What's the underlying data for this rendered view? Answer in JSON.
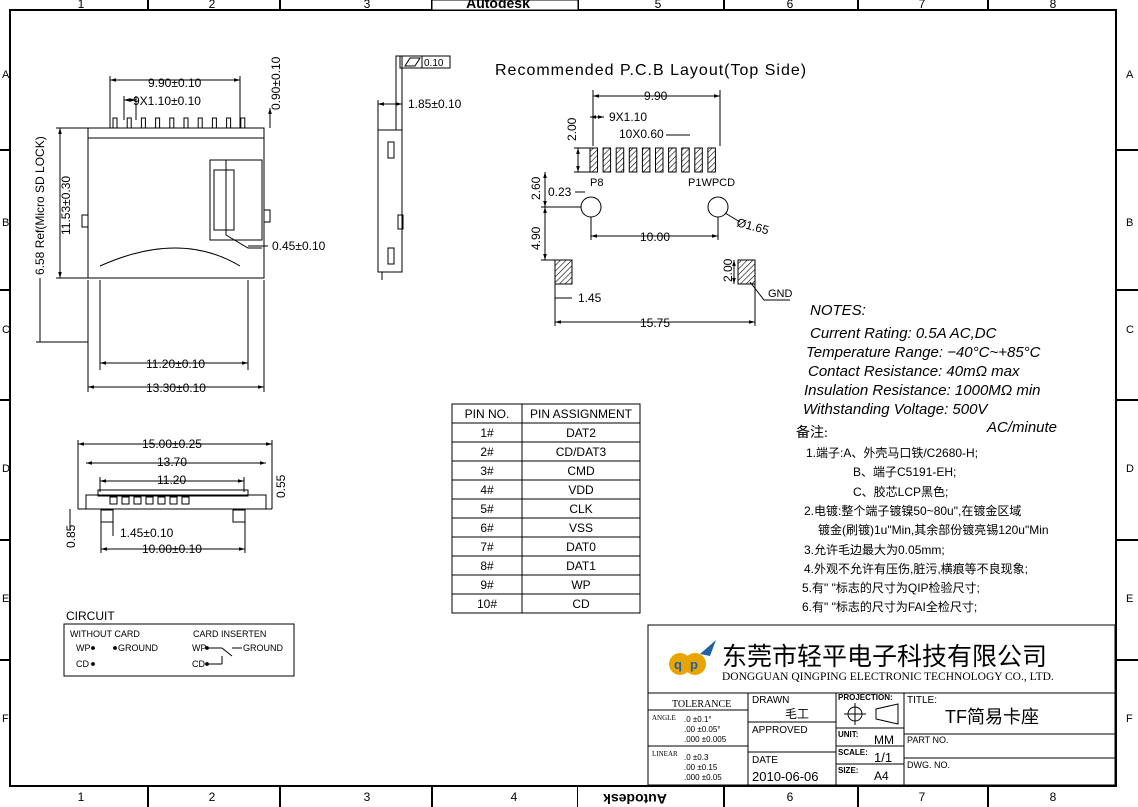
{
  "frame": {
    "col_numbers": [
      "1",
      "2",
      "3",
      "4",
      "5",
      "6",
      "7",
      "8"
    ],
    "row_letters": [
      "A",
      "B",
      "C",
      "D",
      "E",
      "F"
    ],
    "banner": "Autodesk"
  },
  "side_view": {
    "dims": {
      "width_total": "9.90±0.10",
      "pitch": "9X1.10±0.10",
      "pin_top": "0.90±0.10",
      "height_total": "11.53±0.30",
      "ref_lock": "6.58 Ref(Micro SD LOCK)",
      "latch": "0.45±0.10",
      "base_inner": "11.20±0.10",
      "base_outer": "13.30±0.10"
    }
  },
  "profile_view": {
    "flatness": "0.10",
    "thickness": "1.85±0.10"
  },
  "front_view": {
    "dims": {
      "w_total": "15.00±0.25",
      "w_body": "13.70",
      "w_inner": "11.20",
      "h_right": "0.55",
      "h_left": "0.85",
      "peg": "1.45±0.10",
      "peg_span": "10.00±0.10"
    }
  },
  "pcb_layout": {
    "title": "Recommended P.C.B Layout(Top Side)",
    "dims": {
      "w": "9.90",
      "pitch": "9X1.10",
      "pads": "10X0.60",
      "pad_len": "2.00",
      "row_gap": "2.60",
      "pad_offset": "0.23",
      "hole_dia": "Ø1.65",
      "hole_span": "10.00",
      "hole_to_gnd": "4.90",
      "gnd_h": "2.00",
      "gnd_w": "1.45",
      "gnd_span": "15.75"
    },
    "labels": {
      "p8": "P8",
      "p1": "P1WPCD",
      "gnd": "GND"
    }
  },
  "pin_table": {
    "headers": [
      "PIN NO.",
      "PIN ASSIGNMENT"
    ],
    "rows": [
      {
        "no": "1#",
        "sig": "DAT2"
      },
      {
        "no": "2#",
        "sig": "CD/DAT3"
      },
      {
        "no": "3#",
        "sig": "CMD"
      },
      {
        "no": "4#",
        "sig": "VDD"
      },
      {
        "no": "5#",
        "sig": "CLK"
      },
      {
        "no": "6#",
        "sig": "VSS"
      },
      {
        "no": "7#",
        "sig": "DAT0"
      },
      {
        "no": "8#",
        "sig": "DAT1"
      },
      {
        "no": "9#",
        "sig": "WP"
      },
      {
        "no": "10#",
        "sig": "CD"
      }
    ]
  },
  "circuit": {
    "title": "CIRCUIT",
    "without": "WITHOUT CARD",
    "inserted": "CARD INSERTEN",
    "wp": "WP",
    "cd": "CD",
    "ground": "GROUND"
  },
  "notes": {
    "heading": "NOTES:",
    "lines": [
      "Current Rating: 0.5A AC,DC",
      "Temperature Range: −40°C~+85°C",
      "Contact Resistance: 40mΩ max",
      "Insulation Resistance: 1000MΩ min",
      "Withstanding Voltage: 500V",
      "AC/minute"
    ],
    "cn_heading": "备注:",
    "cn_lines": [
      "1.端子:A、外壳马口铁/C2680-H;",
      "B、端子C5191-EH;",
      "C、胶芯LCP黑色;",
      "2.电镀:整个端子镀镍50~80u\",在镀金区域",
      "镀金(刷镀)1u\"Min,其余部份镀亮锡120u\"Min",
      "3.允许毛边最大为0.05mm;",
      "4.外观不允许有压伤,脏污,横痕等不良现象;",
      "5.有\" \"标志的尺寸为QIP检验尺寸;",
      "6.有\" \"标志的尺寸为FAI全检尺寸;"
    ]
  },
  "title_block": {
    "company_cn": "东莞市轻平电子科技有限公司",
    "company_en": "DONGGUAN QINGPING ELECTRONIC TECHNOLOGY CO., LTD.",
    "tolerance": "TOLERANCE",
    "angle": "ANGLE",
    "angle_rows": [
      ".0  ±0.1°",
      ".00  ±0.05°",
      ".000 ±0.005"
    ],
    "linear": "LINEAR",
    "linear_rows": [
      ".0  ±0.3",
      ".00  ±0.15",
      ".000 ±0.05"
    ],
    "drawn_label": "DRAWN",
    "drawn_value": "毛工",
    "approved_label": "APPROVED",
    "date_label": "DATE",
    "date_value": "2010-06-06",
    "projection_label": "PROJECTION:",
    "unit_label": "UNIT:",
    "unit_value": "MM",
    "scale_label": "SCALE:",
    "scale_value": "1/1",
    "size_label": "SIZE:",
    "size_value": "A4",
    "title_label": "TITLE:",
    "title_value": "TF简易卡座",
    "part_label": "PART NO.",
    "dwg_label": "DWG. NO."
  },
  "colors": {
    "ink": "#000000",
    "hatch": "#000000",
    "logo_orange": "#e8a400",
    "logo_blue": "#1f5fa8"
  }
}
